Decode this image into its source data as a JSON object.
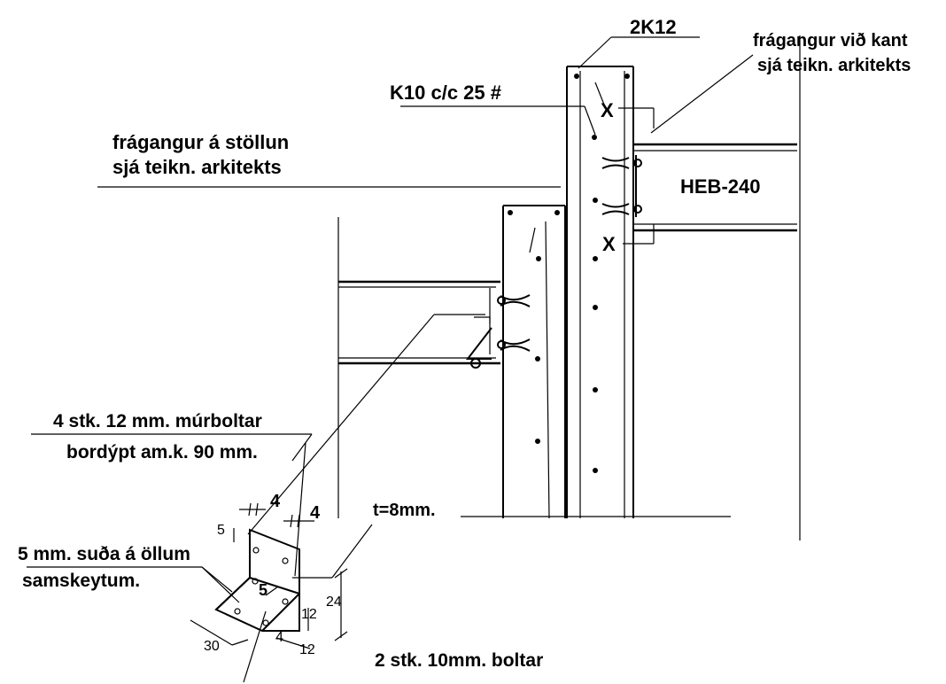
{
  "labels": {
    "rebar_2k12": "2K12",
    "edge_finish_1": "frágangur við kant",
    "edge_finish_2": "sjá teikn. arkitekts",
    "stirrups": "K10 c/c 25 #",
    "column_finish_1": "frágangur á stöllun",
    "column_finish_2": "sjá teikn. arkitekts",
    "beam_profile": "HEB-240",
    "section_mark_top": "X",
    "section_mark_bottom": "X",
    "bolts_1": "4 stk. 12 mm. múrboltar",
    "bolts_2": "bordýpt am.k. 90 mm.",
    "thickness": "t=8mm.",
    "weld_1": "5 mm. suða á öllum",
    "weld_2": "samskeytum.",
    "bolts_bottom": "2 stk. 10mm. boltar"
  },
  "dimensions": {
    "d4_left": "4",
    "d4_right": "4",
    "d5_top": "5",
    "d5_inner": "5",
    "d24": "24",
    "d12_vertical": "12",
    "d30": "30",
    "d4_bottom": "4",
    "d12_bottom": "12"
  }
}
